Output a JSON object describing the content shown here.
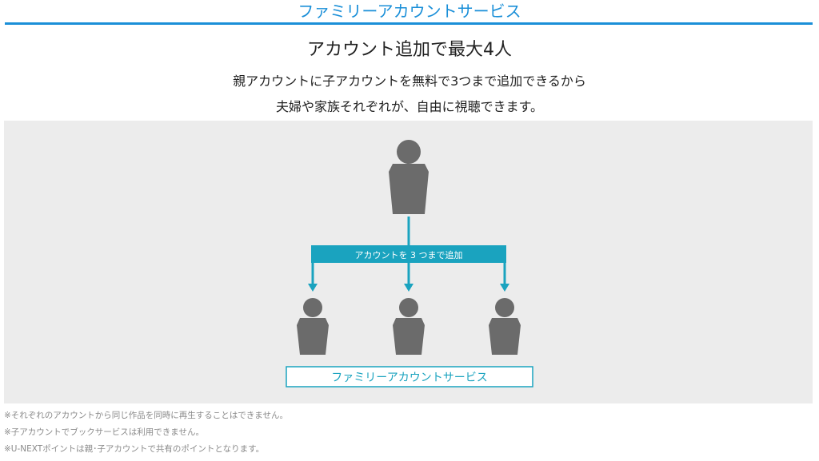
{
  "header": {
    "title": "ファミリーアカウントサービス"
  },
  "intro": {
    "headline": "アカウント追加で最大4人",
    "lines": [
      "親アカウントに子アカウントを無料で3つまで追加できるから",
      "夫婦や家族それぞれが、自由に視聴できます。"
    ]
  },
  "diagram": {
    "branch_label": "アカウントを 3 つまで追加",
    "service_label": "ファミリーアカウントサービス",
    "child_count": 3,
    "colors": {
      "person": "#6b6b6b",
      "connector": "#1aa3bf",
      "panel": "#ececec"
    },
    "icons": {
      "parent": "person-icon",
      "child": "person-icon",
      "arrow": "arrow-down-icon"
    }
  },
  "footnotes": [
    "※それぞれのアカウントから同じ作品を同時に再生することはできません。",
    "※子アカウントでブックサービスは利用できません。",
    "※U-NEXTポイントは親･子アカウントで共有のポイントとなります。"
  ]
}
